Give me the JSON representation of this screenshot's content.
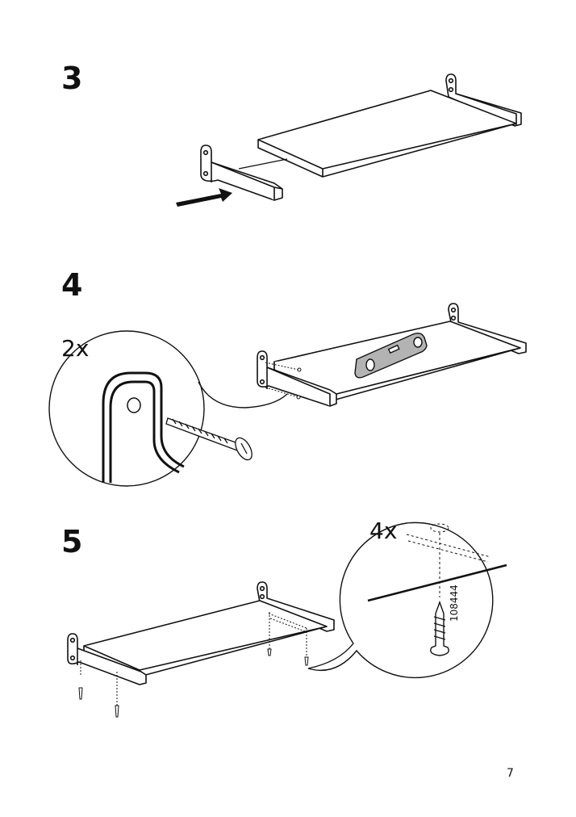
{
  "steps": [
    {
      "number": "3"
    },
    {
      "number": "4",
      "quantity": "2x"
    },
    {
      "number": "5",
      "quantity": "4x",
      "part_number": "108444"
    }
  ],
  "page_number": "7",
  "colors": {
    "line": "#111111",
    "level_tool": "#b3b3b3",
    "background": "#ffffff"
  },
  "icons": [
    "push-arrow-icon",
    "screw-icon",
    "spirit-level-icon",
    "bracket-icon",
    "shelf-board-icon"
  ]
}
